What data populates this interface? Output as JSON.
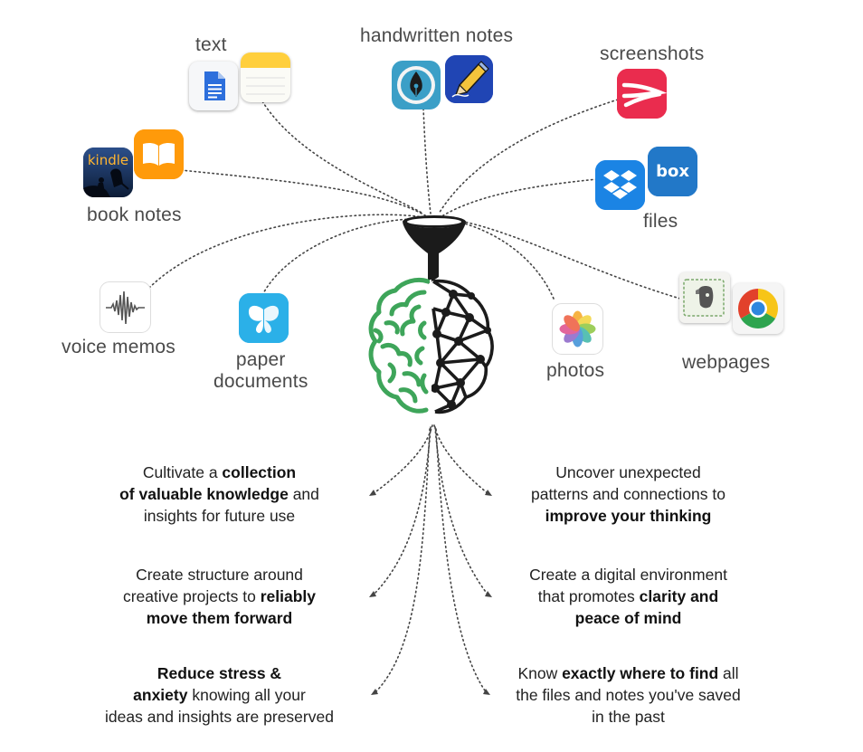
{
  "sources": {
    "text": "text",
    "handwritten": "handwritten notes",
    "screenshots": "screenshots",
    "books": "book notes",
    "files": "files",
    "voice": "voice memos",
    "paper_line1": "paper",
    "paper_line2": "documents",
    "photos": "photos",
    "webpages": "webpages"
  },
  "icons": {
    "docs": "google-docs-icon",
    "notes": "notes-icon",
    "penultimate": "fountain-pen-icon",
    "notability": "pencil-app-icon",
    "skitch": "skitch-icon",
    "kindle": "kindle-icon",
    "kindle_text": "kindle",
    "ibooks": "ibooks-icon",
    "dropbox": "dropbox-icon",
    "box": "box-icon",
    "box_text": "box",
    "voice": "voice-memo-icon",
    "scanner": "scanner-butterfly-icon",
    "photos": "photos-icon",
    "evernote": "evernote-icon",
    "chrome": "chrome-icon"
  },
  "colors": {
    "brain_green": "#3ea55a",
    "line": "#444444",
    "docs_blue": "#2d6fdc",
    "dropbox_blue": "#1a82e2",
    "box_blue": "#1f74c4",
    "skitch_red": "#e8264a",
    "ibooks_orange": "#ff9500"
  },
  "outcomes": [
    {
      "id": "collection",
      "parts": [
        {
          "t": "Cultivate a ",
          "b": false
        },
        {
          "t": "collection",
          "b": true
        },
        {
          "t": "\n",
          "b": false
        },
        {
          "t": "of valuable knowledge",
          "b": true
        },
        {
          "t": " and",
          "b": false
        },
        {
          "t": "\n",
          "b": false
        },
        {
          "t": "insights for future use",
          "b": false
        }
      ]
    },
    {
      "id": "patterns",
      "parts": [
        {
          "t": "Uncover unexpected",
          "b": false
        },
        {
          "t": "\n",
          "b": false
        },
        {
          "t": "patterns and connections to",
          "b": false
        },
        {
          "t": "\n",
          "b": false
        },
        {
          "t": "improve your thinking",
          "b": true
        }
      ]
    },
    {
      "id": "structure",
      "parts": [
        {
          "t": "Create structure around",
          "b": false
        },
        {
          "t": "\n",
          "b": false
        },
        {
          "t": "creative projects to ",
          "b": false
        },
        {
          "t": "reliably",
          "b": true
        },
        {
          "t": "\n",
          "b": false
        },
        {
          "t": "move them forward",
          "b": true
        }
      ]
    },
    {
      "id": "environment",
      "parts": [
        {
          "t": "Create a digital environment",
          "b": false
        },
        {
          "t": "\n",
          "b": false
        },
        {
          "t": "that promotes ",
          "b": false
        },
        {
          "t": "clarity and",
          "b": true
        },
        {
          "t": "\n",
          "b": false
        },
        {
          "t": "peace of mind",
          "b": true
        }
      ]
    },
    {
      "id": "stress",
      "parts": [
        {
          "t": "Reduce stress &",
          "b": true
        },
        {
          "t": "\n",
          "b": false
        },
        {
          "t": "anxiety",
          "b": true
        },
        {
          "t": " knowing all your",
          "b": false
        },
        {
          "t": "\n",
          "b": false
        },
        {
          "t": "ideas and insights are preserved",
          "b": false
        }
      ]
    },
    {
      "id": "find",
      "parts": [
        {
          "t": "Know ",
          "b": false
        },
        {
          "t": "exactly where to find",
          "b": true
        },
        {
          "t": " all",
          "b": false
        },
        {
          "t": "\n",
          "b": false
        },
        {
          "t": "the files and notes you've saved",
          "b": false
        },
        {
          "t": "\n",
          "b": false
        },
        {
          "t": "in the past",
          "b": false
        }
      ]
    }
  ]
}
